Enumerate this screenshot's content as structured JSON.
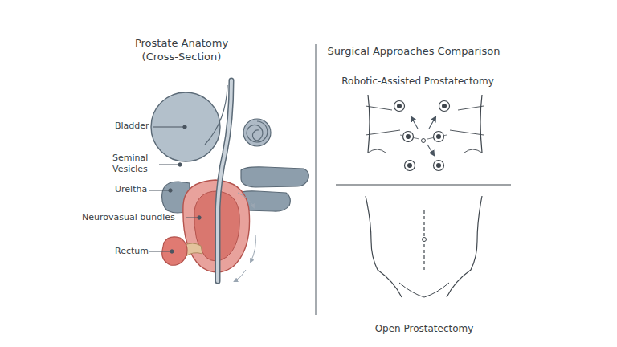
{
  "diagram": {
    "labels": [
      "Prostate Anatomy (Cross-Section)",
      "Bladder",
      "Seminal Vesicles",
      "Ureltha",
      "Neurovasual bundles",
      "Rectum",
      "Surgical Approaches Comparison",
      "Robotic-Assisted Prostatectomy",
      "Open Prostatectomy"
    ]
  }
}
